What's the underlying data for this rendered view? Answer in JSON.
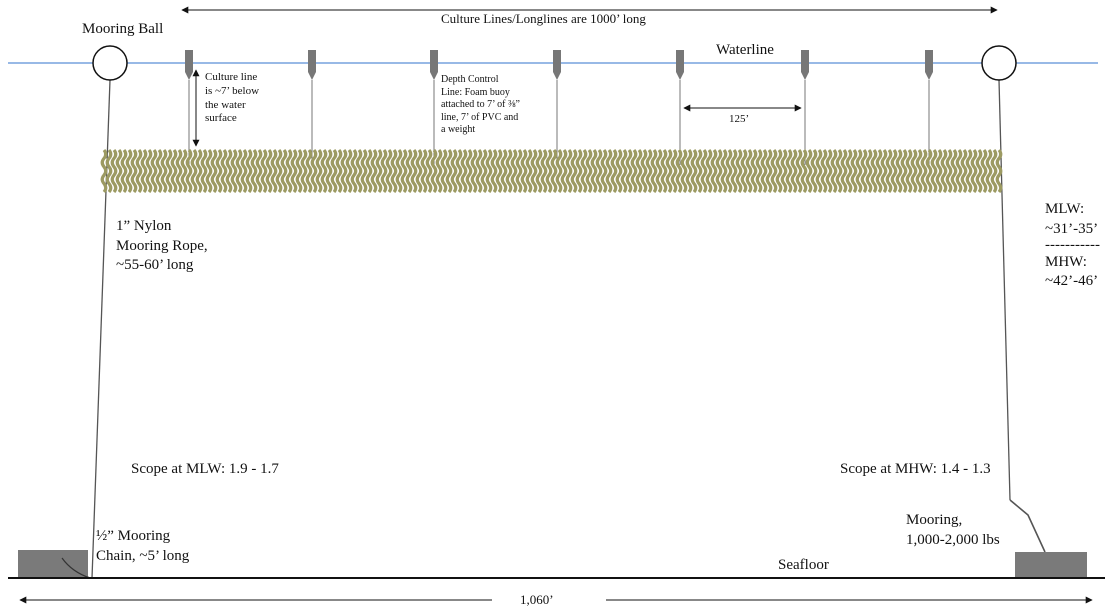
{
  "top_dimension": "Culture Lines/Longlines are 1000’ long",
  "mooring_ball": "Mooring Ball",
  "waterline": "Waterline",
  "culture_line_depth": [
    "Culture line",
    "is ~7’ below",
    "the water",
    "surface"
  ],
  "depth_control_line": [
    "Depth Control",
    "Line: Foam buoy",
    "attached to 7’ of ⅜”",
    "line, 7’ of PVC and",
    "a weight"
  ],
  "buoy_spacing": "125’",
  "mooring_rope": [
    "1” Nylon",
    "Mooring Rope,",
    "~55-60’ long"
  ],
  "depth": {
    "mlw": [
      "MLW:",
      "~31’-35’"
    ],
    "separator": "-----------",
    "mhw": [
      "MHW:",
      "~42’-46’"
    ]
  },
  "scope_mlw": "Scope at MLW: 1.9 - 1.7",
  "scope_mhw": "Scope at MHW: 1.4 - 1.3",
  "mooring_chain": [
    "½” Mooring",
    "Chain, ~5’ long"
  ],
  "mooring_weight": [
    "Mooring,",
    "1,000-2,000 lbs"
  ],
  "seafloor": "Seafloor",
  "bottom_dimension": "1,060’",
  "colors": {
    "water": "#5b8fd6",
    "kelp": "#9c9a62",
    "buoy": "#777777",
    "anchor": "#7a7a7a",
    "line": "#555555"
  }
}
